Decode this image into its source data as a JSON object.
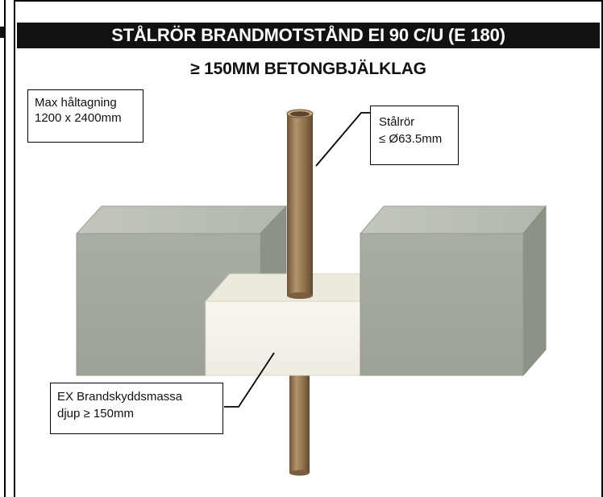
{
  "title": "STÅLRÖR BRANDMOTSTÅND EI 90 C/U (E 180)",
  "subtitle": "≥ 150MM BETONGBJÄLKLAG",
  "labels": {
    "max_opening": {
      "line1": "Max håltagning",
      "line2": "1200 x 2400mm"
    },
    "steel_pipe": {
      "line1": "Stålrör",
      "line2": "≤ Ø63.5mm"
    },
    "fire_sealant": {
      "line1": "EX Brandskyddsmassa",
      "line2": "djup ≥ 150mm"
    }
  },
  "colors": {
    "title_bar": "#111111",
    "concrete_front": "#a6aba0",
    "concrete_top": "#bcc1b6",
    "concrete_side": "#8f9589",
    "sealant_front": "#f6f4ec",
    "sealant_top": "#eae7dc",
    "pipe": "#9a7a55"
  }
}
